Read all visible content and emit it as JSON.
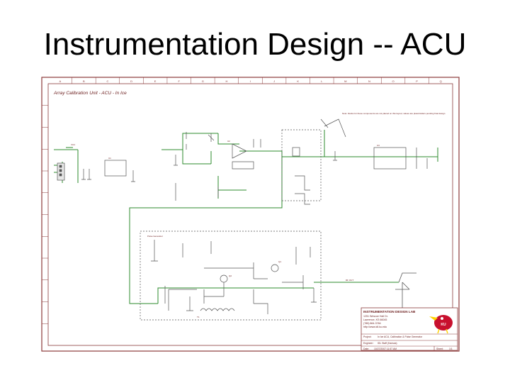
{
  "slide": {
    "title": "Instrumentation Design -- ACU"
  },
  "schematic": {
    "title": "Array Calibration Unit - ACU - In Ice",
    "border_cols": [
      "A",
      "B",
      "C",
      "D",
      "E",
      "F",
      "G",
      "H",
      "I",
      "J",
      "K",
      "L",
      "M",
      "N",
      "O",
      "P",
      "Q"
    ],
    "note": "Note: blocks for these components are not placed on this layout; values are placeholders pending final design",
    "colors": {
      "wire": "#2e8b2e",
      "ink": "#6b1d1d",
      "box": "#555555",
      "border": "#8b3a3a"
    }
  },
  "title_block": {
    "lab": "INSTRUMENTATION DESIGN LAB",
    "address1": "1251 Wescoe Hall Dr.",
    "address2": "Lawrence, KS 66045",
    "phone": "(785) 864-3784",
    "web": "http://www.idl.ku.edu",
    "project_label": "Project:",
    "project": "In Ice ACU, Calibration & Pulse Generator",
    "engineer_label": "Engineer:",
    "engineer": "IDL Staff (Kansas)",
    "date_label": "Date:",
    "date": "10/27/2007 11:57 AM",
    "sheet_label": "Sheet:",
    "sheet": "1/1",
    "logo_text": "KU"
  }
}
